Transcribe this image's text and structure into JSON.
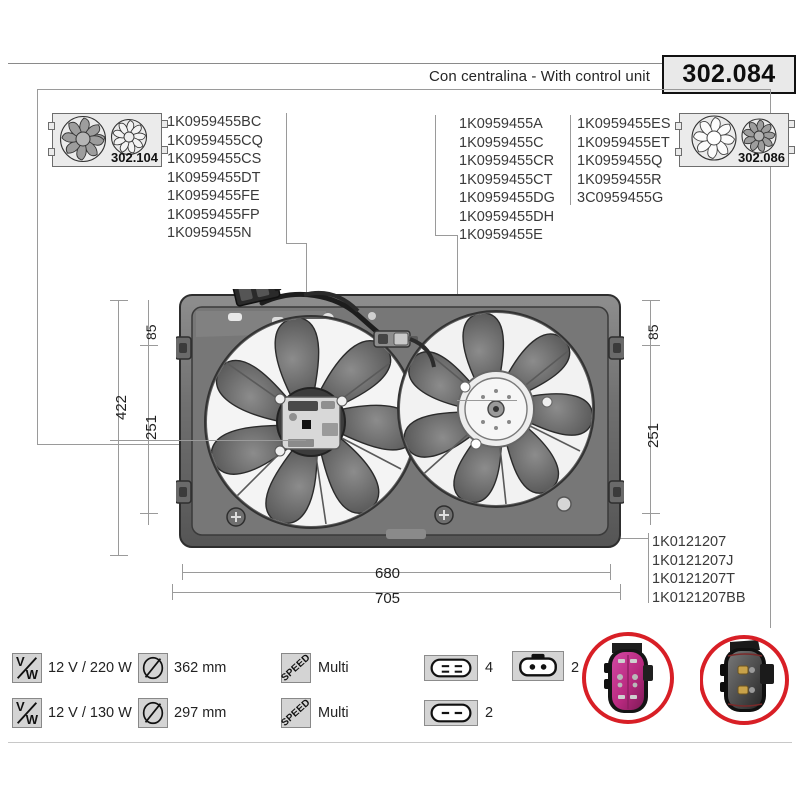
{
  "header": {
    "title": "Con centralina - With control unit",
    "code": "302.084"
  },
  "reference_boxes": [
    {
      "code": "302.104",
      "position": "left",
      "large_fan": "shaded",
      "small_fan": "light"
    },
    {
      "code": "302.086",
      "position": "right",
      "large_fan": "light",
      "small_fan": "shaded"
    }
  ],
  "part_lists": {
    "left": [
      "1K0959455BC",
      "1K0959455CQ",
      "1K0959455CS",
      "1K0959455DT",
      "1K0959455FE",
      "1K0959455FP",
      "1K0959455N"
    ],
    "middle": [
      "1K0959455A",
      "1K0959455C",
      "1K0959455CR",
      "1K0959455CT",
      "1K0959455DG",
      "1K0959455DH",
      "1K0959455E"
    ],
    "right": [
      "1K0959455ES",
      "1K0959455ET",
      "1K0959455Q",
      "1K0959455R",
      "3C0959455G"
    ],
    "bottom_right": [
      "1K0121207",
      "1K0121207J",
      "1K0121207T",
      "1K0121207BB"
    ]
  },
  "dimensions": {
    "left_total": "422",
    "left_mid": "251",
    "left_top": "85",
    "right_top": "85",
    "right_mid": "251",
    "width_inner": "680",
    "width_outer": "705"
  },
  "specs": {
    "rows": [
      {
        "power_icon": "volt-watt-icon",
        "power": "12 V / 220 W",
        "diameter_icon": "diameter-icon",
        "diameter": "362 mm",
        "speed_icon": "speed-icon",
        "speed_label": "SPEED",
        "speed": "Multi",
        "connector_icon": "connector-4pin-icon",
        "connector_pins": "4"
      },
      {
        "power_icon": "volt-watt-icon",
        "power": "12 V / 130 W",
        "diameter_icon": "diameter-icon",
        "diameter": "297 mm",
        "speed_icon": "speed-icon",
        "speed_label": "SPEED",
        "speed": "Multi",
        "connector_icon": "connector-2pin-icon",
        "connector_pins": "2"
      }
    ],
    "extra_connector": {
      "icon": "connector-2pin-square-icon",
      "pins": "2"
    },
    "volt_glyph_top": "V",
    "volt_glyph_bottom": "W"
  },
  "connector_photos": [
    {
      "name": "connector-photo-pink",
      "color": "#c0398d",
      "ring_color": "#d81f26"
    },
    {
      "name": "connector-photo-black",
      "color": "#4a4a4a",
      "ring_color": "#d81f26"
    }
  ],
  "colors": {
    "accent_red": "#d81f26",
    "icon_gray": "#d4d4d4",
    "line_gray": "#9a9a9a"
  }
}
